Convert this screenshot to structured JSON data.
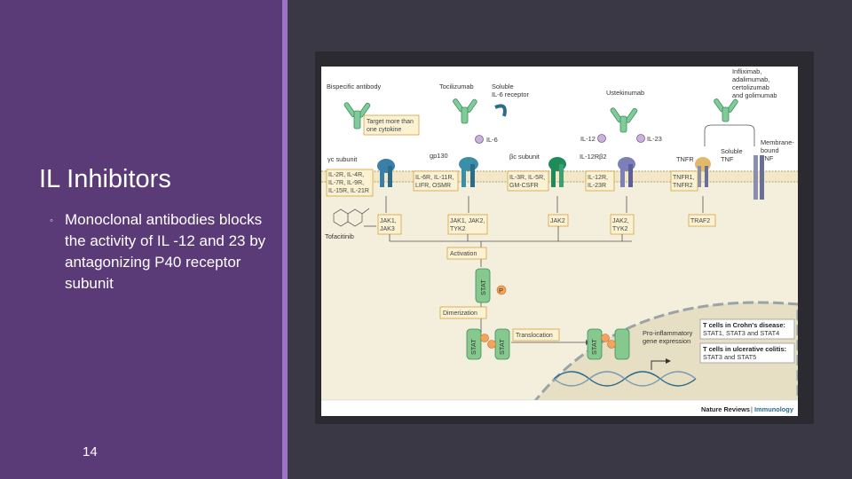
{
  "slide": {
    "title": "IL Inhibitors",
    "bullet": "Monoclonal antibodies blocks the activity of IL -12 and 23 by antagonizing P40 receptor subunit",
    "bullet_icon": "ring-bullet-icon",
    "page_number": "14"
  },
  "colors": {
    "left_panel": "#5b3a78",
    "accent_bar": "#9b74c4",
    "background": "#3b3846"
  },
  "figure": {
    "drugs": {
      "bispecific": "Bispecific antibody",
      "target_more": [
        "Target more than",
        "one cytokine"
      ],
      "tocilizumab": "Tocilizumab",
      "soluble_il6": [
        "Soluble",
        "IL-6 receptor"
      ],
      "ustekinumab": "Ustekinumab",
      "tnf_drugs": [
        "Infliximab,",
        "adalimumab,",
        "certolizumab",
        "and golimumab"
      ],
      "tofacitinib": "Tofacitinib"
    },
    "ligands": {
      "il6": "IL-6",
      "il12": "IL-12",
      "il23": "IL-23",
      "soluble_tnf": [
        "Soluble",
        "TNF"
      ],
      "membrane_tnf": [
        "Membrane-",
        "bound",
        "TNF"
      ]
    },
    "receptor_labels": {
      "gamma": "γc subunit",
      "gp130": "gp130",
      "beta": "βc subunit",
      "il12rb2": "IL-12Rβ2",
      "tnfr": "TNFR"
    },
    "receptor_boxes": [
      [
        "IL-2R, IL-4R,",
        "IL-7R, IL-9R,",
        "IL-15R, IL-21R"
      ],
      [
        "IL-6R, IL-11R,",
        "LIFR, OSMR"
      ],
      [
        "IL-3R, IL-5R,",
        "GM-CSFR"
      ],
      [
        "IL-12R,",
        "IL-23R"
      ],
      [
        "TNFR1,",
        "TNFR2"
      ]
    ],
    "kinase_boxes": [
      [
        "JAK1,",
        "JAK3"
      ],
      [
        "JAK1, JAK2,",
        "TYK2"
      ],
      [
        "JAK2"
      ],
      [
        "JAK2,",
        "TYK2"
      ],
      [
        "TRAF2"
      ]
    ],
    "steps": {
      "activation": "Activation",
      "dimerization": "Dimerization",
      "translocation": "Translocation"
    },
    "stat_label": "STAT",
    "phospho": "P",
    "gene_expr": [
      "Pro-inflammatory",
      "gene expression"
    ],
    "crohn": {
      "title": "T cells in Crohn's disease:",
      "stats": "STAT1, STAT3 and STAT4"
    },
    "uc": {
      "title": "T cells in ulcerative colitis:",
      "stats": "STAT3 and STAT5"
    },
    "source": {
      "journal": "Nature Reviews",
      "section": "Immunology"
    }
  }
}
